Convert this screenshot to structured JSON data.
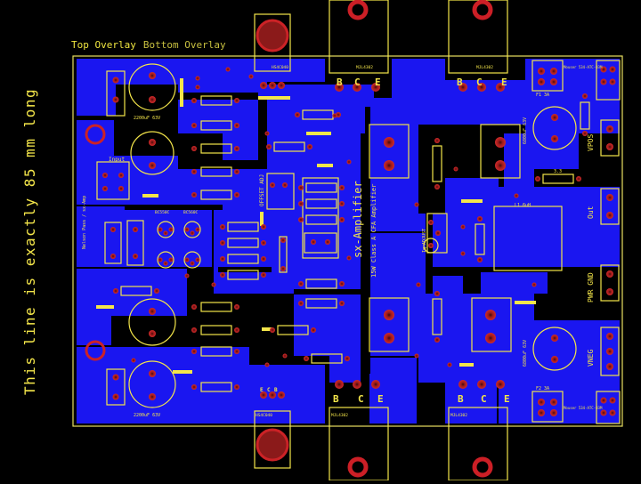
{
  "side_note": "This line is exactly 85 mm long",
  "layer_title": "Top Overlay",
  "layer_title_alt": "Bottom Overlay",
  "board_title": "sx-Amplifier",
  "board_subtitle": "15W Class A CFA Amplifier",
  "author_note": "Nelson Pass / sx-Amp",
  "labels": {
    "vpos": "VPOS",
    "vneg": "VNEG",
    "out": "Out",
    "pwr_gnd": "PWR GND",
    "input": "Input",
    "offset_adj": "OFFSET ADJ",
    "iq_adjust": "Iq ADJUST",
    "heatsink_top": "HS4C040",
    "heatsink_bot": "HS4C040",
    "q_top_left": "MJL4302",
    "q_top_right": "MJL4302",
    "q_bot_left": "MJL4302",
    "q_bot_right": "MJL4302",
    "bce": [
      "B",
      "C",
      "E"
    ],
    "ecb": [
      "E",
      "C",
      "B"
    ],
    "rail_f1": "F1  3A",
    "rail_f2": "F2  3A",
    "mouser_top": "Mouser 534-ATC-03M",
    "mouser_bot": "Mouser 534-ATC-03M",
    "cap_big": "6800uF 63V",
    "cap_uf": "2200uF 63V",
    "l1": "L1  6uH",
    "r_3r3": "3.3",
    "bc550": "BC550C",
    "bc560": "BC560C"
  },
  "colors": {
    "background": "#000000",
    "copper_top": "#1a16f0",
    "copper_dark": "#0a0a8a",
    "silkscreen": "#f4e64a",
    "pad": "#cc2226",
    "pad_ring": "#b01818",
    "pad_hole": "#3b0a0a",
    "board_outline": "#e8e060"
  }
}
